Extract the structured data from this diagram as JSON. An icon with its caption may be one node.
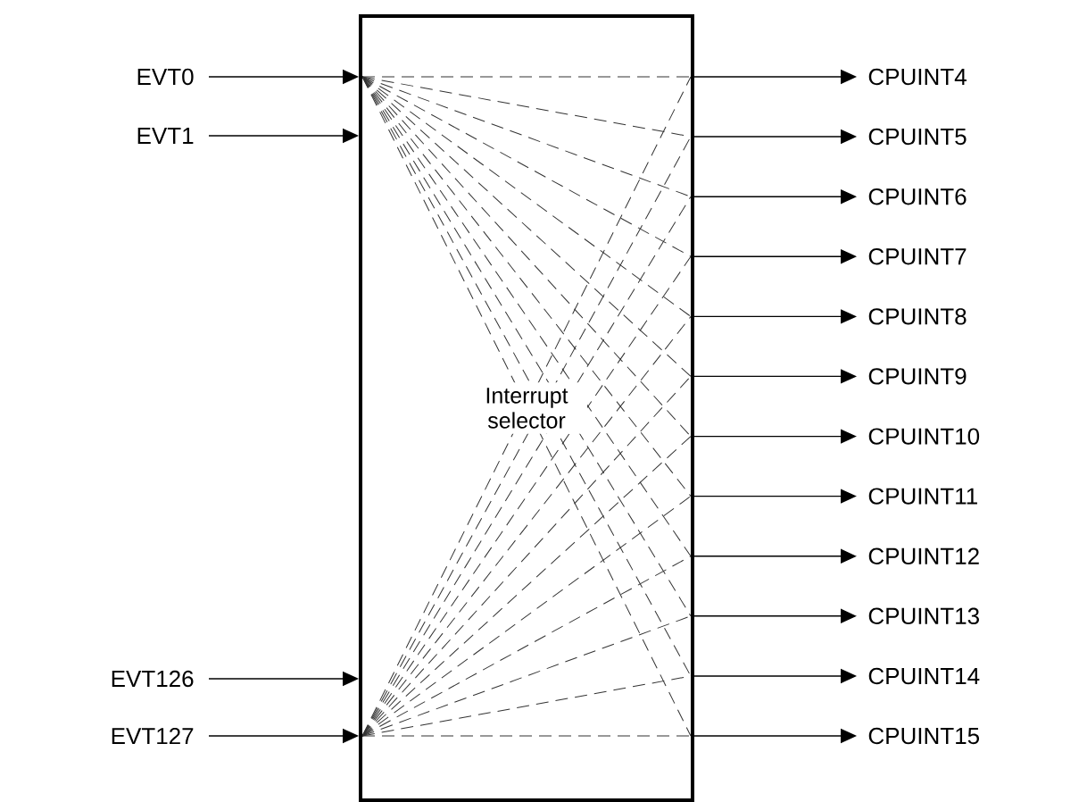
{
  "diagram": {
    "nodes": [
      {
        "text": [
          "Interrupt selector"
        ]
      },
      {
        "text": [
          "EVT0"
        ]
      },
      {
        "text": [
          "EVT1"
        ]
      },
      {
        "text": [
          "EVT126"
        ]
      },
      {
        "text": [
          "EVT127"
        ]
      },
      {
        "text": [
          "CPUINT4"
        ]
      },
      {
        "text": [
          "CPUINT5"
        ]
      },
      {
        "text": [
          "CPUINT6"
        ]
      },
      {
        "text": [
          "CPUINT7"
        ]
      },
      {
        "text": [
          "CPUINT8"
        ]
      },
      {
        "text": [
          "CPUINT9"
        ]
      },
      {
        "text": [
          "CPUINT10"
        ]
      },
      {
        "text": [
          "CPUINT11"
        ]
      },
      {
        "text": [
          "CPUINT12"
        ]
      },
      {
        "text": [
          "CPUINT13"
        ]
      },
      {
        "text": [
          "CPUINT14"
        ]
      },
      {
        "text": [
          "CPUINT15"
        ]
      }
    ],
    "edges": [
      {
        "from": 1,
        "to": 0,
        "arrow": "to"
      },
      {
        "from": 2,
        "to": 0,
        "arrow": "to"
      },
      {
        "from": 3,
        "to": 0,
        "arrow": "to"
      },
      {
        "from": 4,
        "to": 0,
        "arrow": "to"
      },
      {
        "from": 0,
        "to": 5,
        "arrow": "to"
      },
      {
        "from": 0,
        "to": 6,
        "arrow": "to"
      },
      {
        "from": 0,
        "to": 7,
        "arrow": "to"
      },
      {
        "from": 0,
        "to": 8,
        "arrow": "to"
      },
      {
        "from": 0,
        "to": 9,
        "arrow": "to"
      },
      {
        "from": 0,
        "to": 10,
        "arrow": "to"
      },
      {
        "from": 0,
        "to": 11,
        "arrow": "to"
      },
      {
        "from": 0,
        "to": 12,
        "arrow": "to"
      },
      {
        "from": 0,
        "to": 13,
        "arrow": "to"
      },
      {
        "from": 0,
        "to": 14,
        "arrow": "to"
      },
      {
        "from": 0,
        "to": 15,
        "arrow": "to"
      },
      {
        "from": 0,
        "to": 16,
        "arrow": "to"
      }
    ]
  }
}
